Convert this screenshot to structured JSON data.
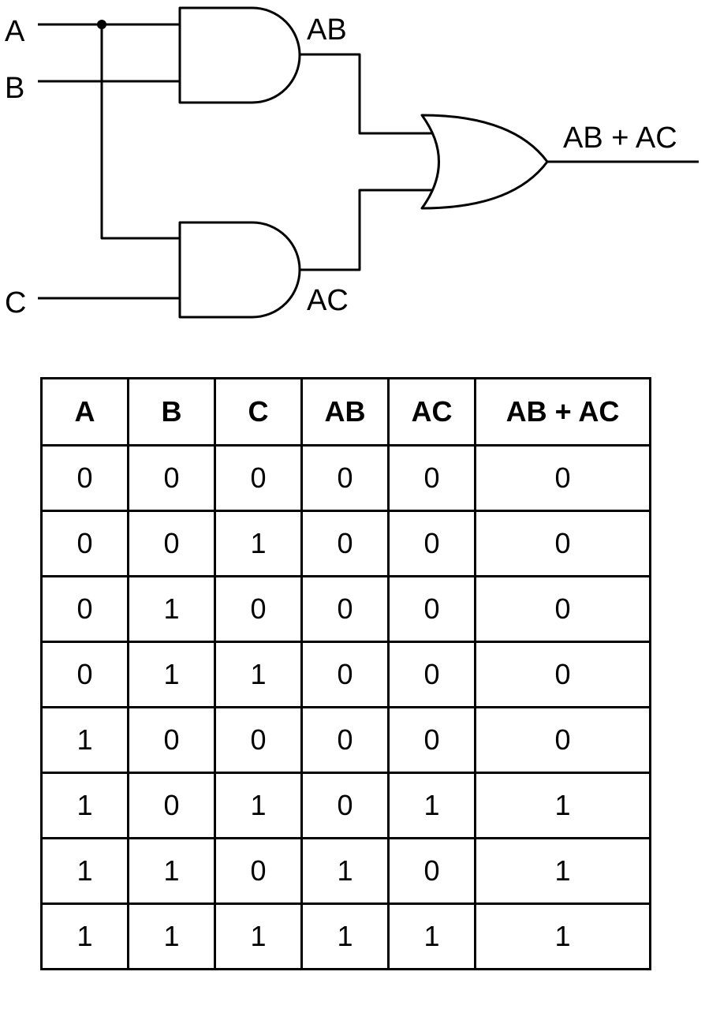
{
  "circuit": {
    "input_a": "A",
    "input_b": "B",
    "input_c": "C",
    "and1_output": "AB",
    "and2_output": "AC",
    "or_output": "AB + AC"
  },
  "table": {
    "headers": [
      "A",
      "B",
      "C",
      "AB",
      "AC",
      "AB + AC"
    ],
    "rows": [
      [
        "0",
        "0",
        "0",
        "0",
        "0",
        "0"
      ],
      [
        "0",
        "0",
        "1",
        "0",
        "0",
        "0"
      ],
      [
        "0",
        "1",
        "0",
        "0",
        "0",
        "0"
      ],
      [
        "0",
        "1",
        "1",
        "0",
        "0",
        "0"
      ],
      [
        "1",
        "0",
        "0",
        "0",
        "0",
        "0"
      ],
      [
        "1",
        "0",
        "1",
        "0",
        "1",
        "1"
      ],
      [
        "1",
        "1",
        "0",
        "1",
        "0",
        "1"
      ],
      [
        "1",
        "1",
        "1",
        "1",
        "1",
        "1"
      ]
    ]
  }
}
